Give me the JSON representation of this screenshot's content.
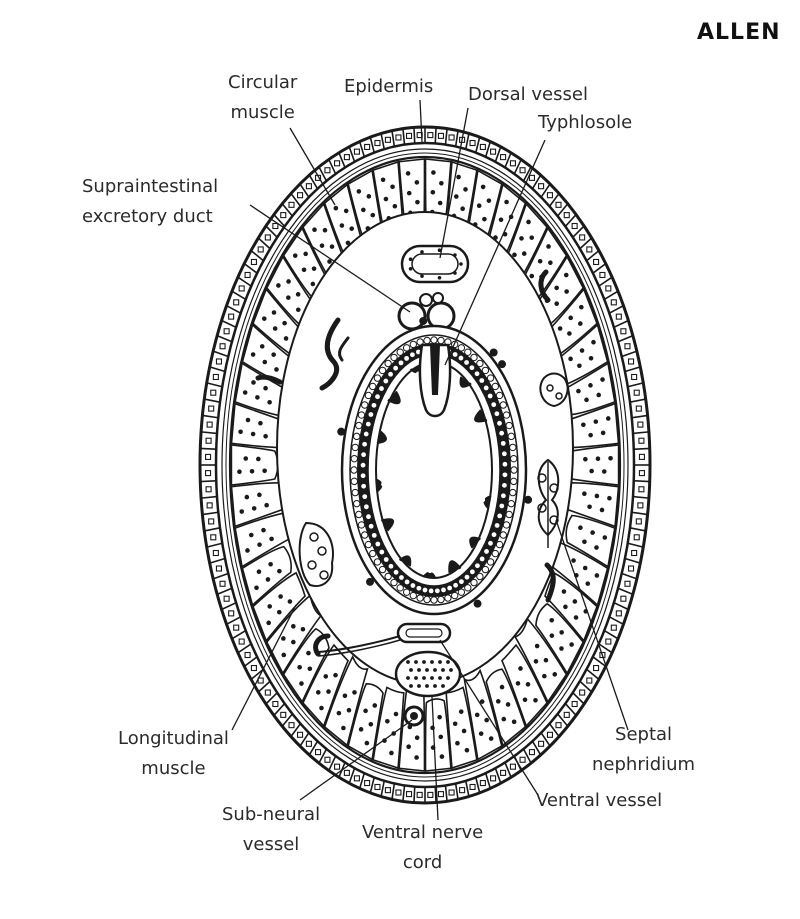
{
  "brand": {
    "logo_text": "ALLEN"
  },
  "labels": {
    "circular_muscle": [
      "Circular",
      "muscle"
    ],
    "epidermis": "Epidermis",
    "dorsal_vessel": "Dorsal vessel",
    "typhlosole": "Typhlosole",
    "supraintestinal": [
      "Supraintestinal",
      "excretory duct"
    ],
    "longitudinal_muscle": [
      "Longitudinal",
      "muscle"
    ],
    "septal_nephridium": [
      "Septal",
      "nephridium"
    ],
    "ventral_vessel": "Ventral vessel",
    "subneural_vessel": [
      "Sub-neural",
      "vessel"
    ],
    "ventral_nerve_cord": [
      "Ventral nerve",
      "cord"
    ]
  },
  "colors": {
    "ink": "#1a1a1a",
    "label": "#2b2b2b",
    "background": "#ffffff"
  }
}
